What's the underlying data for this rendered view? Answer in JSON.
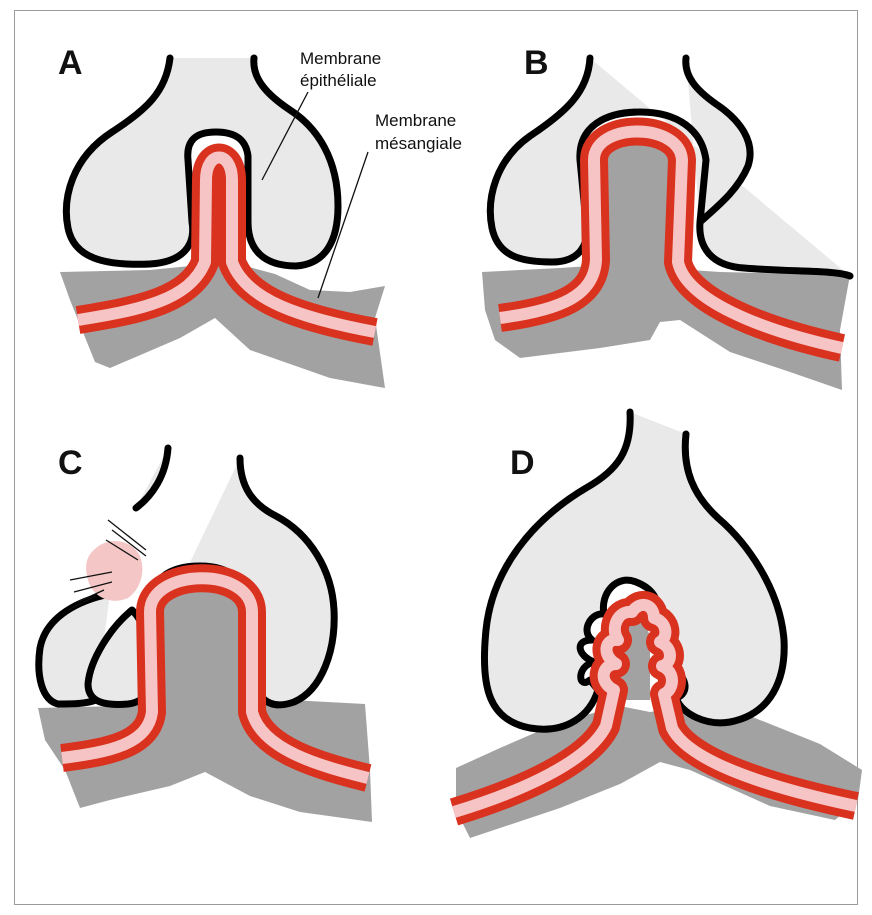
{
  "figure": {
    "panels": [
      {
        "id": "A",
        "label": "A"
      },
      {
        "id": "B",
        "label": "B"
      },
      {
        "id": "C",
        "label": "C"
      },
      {
        "id": "D",
        "label": "D"
      }
    ],
    "annotations": {
      "epithelial": {
        "line1": "Membrane",
        "line2": "épithéliale"
      },
      "mesangial": {
        "line1": "Membrane",
        "line2": "mésangiale"
      }
    },
    "colors": {
      "membrane": "#d9321f",
      "membrane_core": "#f6c4c4",
      "tissue": "#a2a2a2",
      "cell": "#e9e9e9",
      "outline": "#000000"
    }
  }
}
